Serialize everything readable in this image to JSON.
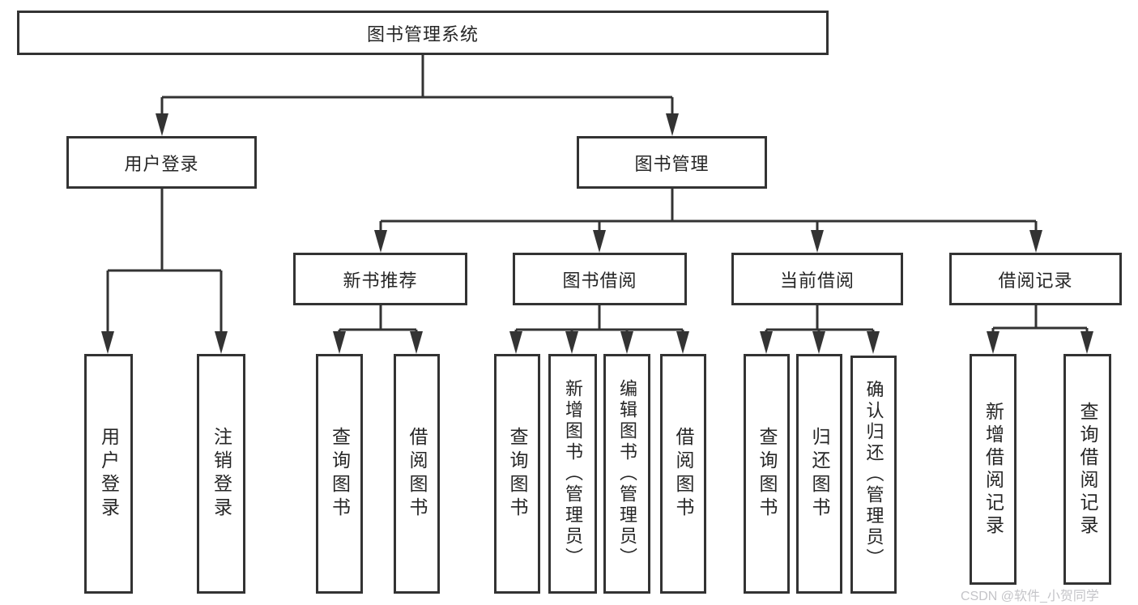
{
  "colors": {
    "line": "#333333",
    "box_border": "#333333",
    "text": "#262626",
    "watermark": "#c4c4c8",
    "background": "#ffffff"
  },
  "watermark": "CSDN @软件_小贺同学",
  "tree": {
    "root": "图书管理系统",
    "branches": [
      {
        "label": "用户登录",
        "children": [
          "用户登录",
          "注销登录"
        ]
      },
      {
        "label": "图书管理",
        "children": [
          {
            "label": "新书推荐",
            "children": [
              "查询图书",
              "借阅图书"
            ]
          },
          {
            "label": "图书借阅",
            "children": [
              "查询图书",
              "新增图书（管理员）",
              "编辑图书（管理员）",
              "借阅图书"
            ]
          },
          {
            "label": "当前借阅",
            "children": [
              "查询图书",
              "归还图书",
              "确认归还（管理员）"
            ]
          },
          {
            "label": "借阅记录",
            "children": [
              "新增借阅记录",
              "查询借阅记录"
            ]
          }
        ]
      }
    ]
  }
}
